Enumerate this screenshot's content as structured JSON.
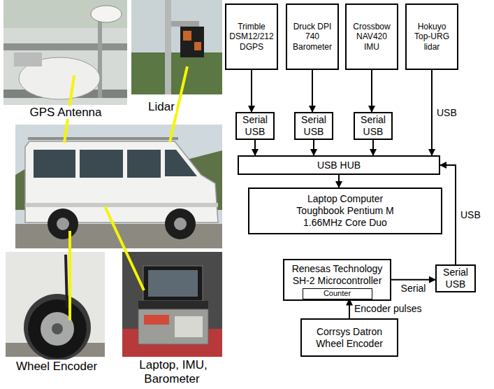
{
  "diagram": {
    "nodes": [
      {
        "text": [
          "Trimble DSM12/212 DGPS"
        ]
      },
      {
        "text": [
          "Druck DPI 740 Barometer"
        ]
      },
      {
        "text": [
          "Crossbow NAV420 IMU"
        ]
      },
      {
        "text": [
          "Hokuyo Top-URG lidar"
        ]
      },
      {
        "text": [
          "Serial USB"
        ]
      },
      {
        "text": [
          "Serial USB"
        ]
      },
      {
        "text": [
          "Serial USB"
        ]
      },
      {
        "text": [
          "USB HUB"
        ]
      },
      {
        "text": [
          "Laptop Computer Toughbook Pentium M 1.66MHz Core Duo"
        ]
      },
      {
        "text": [
          "Renesas Technology SH-2 Microcontroller"
        ]
      },
      {
        "text": [
          "Counter"
        ],
        "in": 9
      },
      {
        "text": [
          "Serial USB"
        ]
      },
      {
        "text": [
          "Corrsys Datron Wheel Encoder"
        ]
      }
    ],
    "edges": [
      {
        "from": 0,
        "to": 4,
        "arrow": "to"
      },
      {
        "from": 1,
        "to": 5,
        "arrow": "to"
      },
      {
        "from": 2,
        "to": 6,
        "arrow": "to"
      },
      {
        "from": 4,
        "to": 7,
        "arrow": "to"
      },
      {
        "from": 5,
        "to": 7,
        "arrow": "to"
      },
      {
        "from": 6,
        "to": 7,
        "arrow": "to"
      },
      {
        "from": 3,
        "to": 7,
        "label": "USB",
        "arrow": "to"
      },
      {
        "from": 7,
        "to": 8,
        "arrow": "to"
      },
      {
        "from": 9,
        "to": 11,
        "label": "Serial",
        "arrow": "to"
      },
      {
        "from": 11,
        "to": 7,
        "label": "USB",
        "arrow": "to"
      },
      {
        "from": 12,
        "to": 10,
        "label": "Encoder pulses",
        "arrow": "to"
      }
    ],
    "labels": [
      "GPS Antenna",
      "Lidar",
      "Wheel Encoder",
      "Laptop, IMU, Barometer"
    ]
  }
}
